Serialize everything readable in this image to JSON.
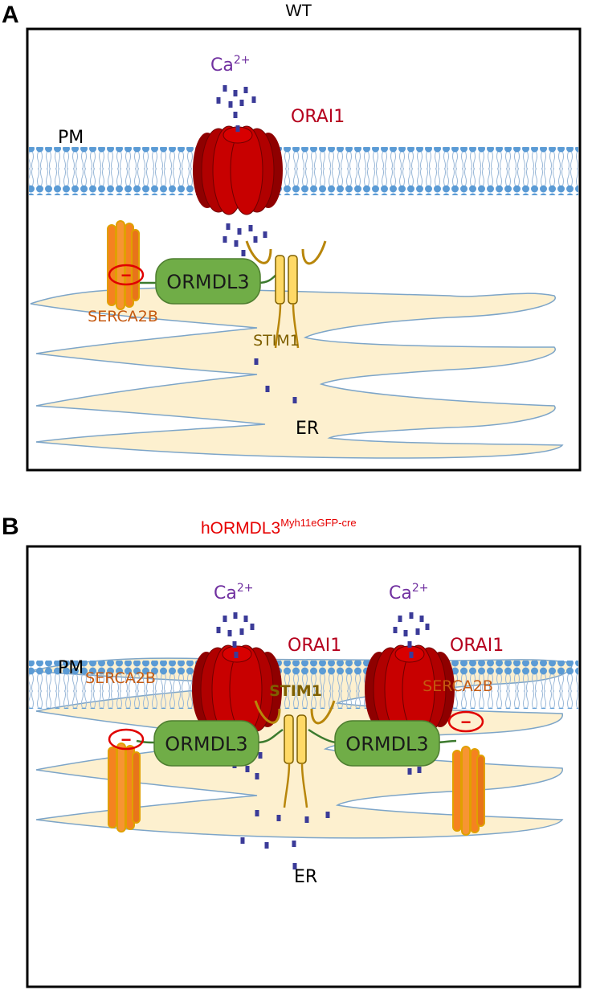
{
  "panel_a": {
    "letter": "A",
    "title": "WT",
    "ca_base": "Ca",
    "ca_sup": "2+",
    "pm": "PM",
    "orai": "ORAI1",
    "ormdl": "ORMDL3",
    "serca": "SERCA2B",
    "stim": "STIM1",
    "er": "ER",
    "minus": "−"
  },
  "panel_b": {
    "letter": "B",
    "title_base": "hORMDL3",
    "title_sup": "Myh11eGFP-cre",
    "ca_base": "Ca",
    "ca_sup": "2+",
    "pm": "PM",
    "orai_left": "ORAI1",
    "orai_right": "ORAI1",
    "ormdl_left": "ORMDL3",
    "ormdl_right": "ORMDL3",
    "serca_left": "SERCA2B",
    "serca_right": "SERCA2B",
    "stim": "STIM1",
    "er": "ER",
    "minus": "−"
  },
  "colors": {
    "title_b": "#e60000",
    "orai": "#b5001d",
    "orai_fill": "#c00000",
    "ormdl_fill": "#70ad47",
    "serca_fill": "#f58220",
    "serca_label": "#c55a11",
    "stim_fill": "#ffd966",
    "stim_label": "#7f6000",
    "er_fill": "#fdf0cf",
    "ca_label": "#7030a0",
    "ion": "#3b3b98",
    "membrane": "#5b9bd5"
  }
}
